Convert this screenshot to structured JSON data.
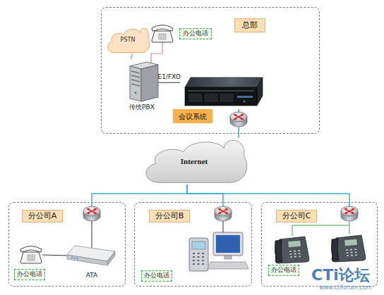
{
  "diagram": {
    "nodes": [
      {
        "text": [
          "总部"
        ]
      },
      {
        "text": [
          "PSTN"
        ],
        "in": 0
      },
      {
        "text": [
          "办公电话"
        ],
        "in": 0
      },
      {
        "text": [
          "传统PBX"
        ],
        "in": 0
      },
      {
        "text": [
          "会议系统"
        ],
        "in": 0
      },
      {
        "text": [
          "Internet"
        ]
      },
      {
        "text": [
          "分公司A"
        ]
      },
      {
        "text": [
          "办公电话"
        ],
        "in": 6
      },
      {
        "text": [
          "ATA"
        ],
        "in": 6
      },
      {
        "text": [
          "分公司B"
        ]
      },
      {
        "text": [
          "办公电话"
        ],
        "in": 9
      },
      {
        "text": [
          "分公司C"
        ]
      },
      {
        "text": [
          "办公电话"
        ],
        "in": 11
      }
    ],
    "edges": [
      {
        "from": 1,
        "to": 3,
        "arrow": "none"
      },
      {
        "from": 3,
        "to": 4,
        "label": "E1/FXO",
        "arrow": "none"
      },
      {
        "from": 4,
        "to": 5,
        "arrow": "none"
      },
      {
        "from": 5,
        "to": 6,
        "arrow": "none"
      },
      {
        "from": 5,
        "to": 9,
        "arrow": "none"
      },
      {
        "from": 5,
        "to": 11,
        "arrow": "none"
      }
    ],
    "labels": [
      "CTi论坛",
      "www.ctiforum.com"
    ]
  }
}
